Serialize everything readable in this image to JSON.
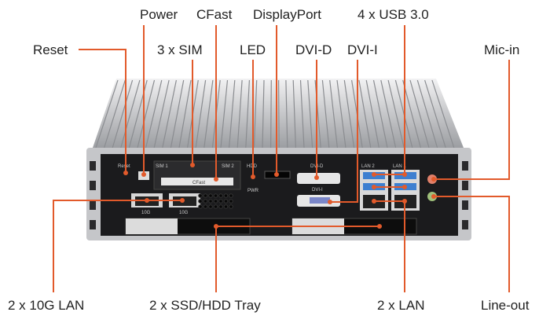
{
  "colors": {
    "accent": "#e25a2b",
    "panel": "#1b1b1d",
    "chassis": "#c9cacc"
  },
  "labels": {
    "power": "Power",
    "cfast": "CFast",
    "displayport": "DisplayPort",
    "usb": "4 x USB 3.0",
    "reset": "Reset",
    "sim": "3 x SIM",
    "led": "LED",
    "dvid": "DVI-D",
    "dvii": "DVI-I",
    "micin": "Mic-in",
    "lan10g": "2 x 10G LAN",
    "tray": "2 x SSD/HDD Tray",
    "lan": "2 x LAN",
    "lineout": "Line-out"
  },
  "panel_text": {
    "reset": "Reset",
    "sim1": "SIM 1",
    "sim2": "SIM 2",
    "cfast": "CFast",
    "hdd": "HDD",
    "pwr": "PWR",
    "dvid": "DVI-D",
    "dvii": "DVI-I",
    "lan2": "LAN 2",
    "lan1": "LAN 1",
    "g10a": "10G",
    "g10b": "10G"
  }
}
